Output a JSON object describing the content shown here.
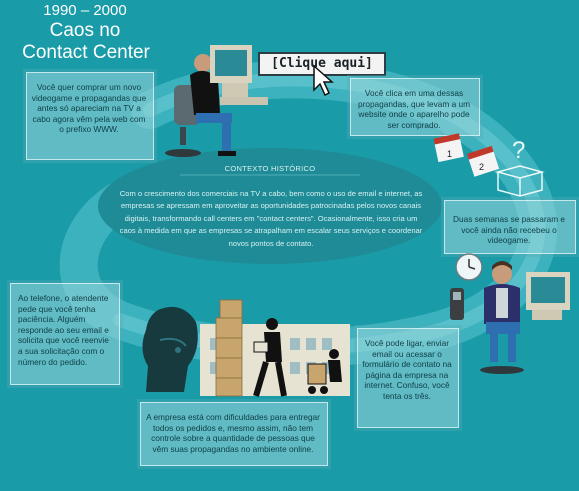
{
  "header": {
    "years": "1990 – 2000",
    "title_line1": "Caos no",
    "title_line2": "Contact Center"
  },
  "cta": {
    "label": "[Clique aqui]"
  },
  "context": {
    "title": "CONTEXTO HISTÓRICO",
    "body": "Com o crescimento dos comerciais na TV a cabo, bem como o uso de email e internet, as empresas se apressam em aproveitar as oportunidades patrocinadas pelos novos canais digitais, transformando call centers em \"contact centers\". Ocasionalmente, isso cria um caos à medida em que as empresas se atrapalham em escalar seus serviços e coordenar novos pontos de contato."
  },
  "steps": {
    "videogame": "Você quer comprar um novo videogame e propagandas que antes só apareciam na TV a cabo agora vêm pela web com o prefixo WWW.",
    "click_ad": "Você clica em uma dessas propagandas, que levam a um website onde o aparelho pode ser comprado.",
    "two_weeks": "Duas semanas se passaram e você ainda não recebeu o videogame.",
    "contact": "Você pode ligar, enviar email ou acessar o formulário de contato na página da empresa na internet. Confuso, você tenta os três.",
    "company": "A empresa está com dificuldades para entregar todos os pedidos e, mesmo assim, não tem controle sobre a quantidade de pessoas que vêm suas propagandas no ambiente online.",
    "attendant": "Ao telefone, o atendente pede que você tenha paciência. Alguém responde ao seu email e solicita que você reenvie a sua solicitação com o número do pedido."
  },
  "calendar": {
    "page1": "1",
    "page2": "2"
  },
  "icons": [
    "computer-icon",
    "person-at-desk-icon",
    "mouse-cursor-icon",
    "calendar-icon",
    "question-mark-icon",
    "open-box-icon",
    "clock-icon",
    "phone-icon",
    "worried-person-icon",
    "woman-headset-icon",
    "warehouse-icon",
    "delivery-worker-icon"
  ],
  "colors": {
    "background": "#1a9ba8",
    "ellipse": "#1e8b96",
    "box_border": "#d5f3f5"
  }
}
